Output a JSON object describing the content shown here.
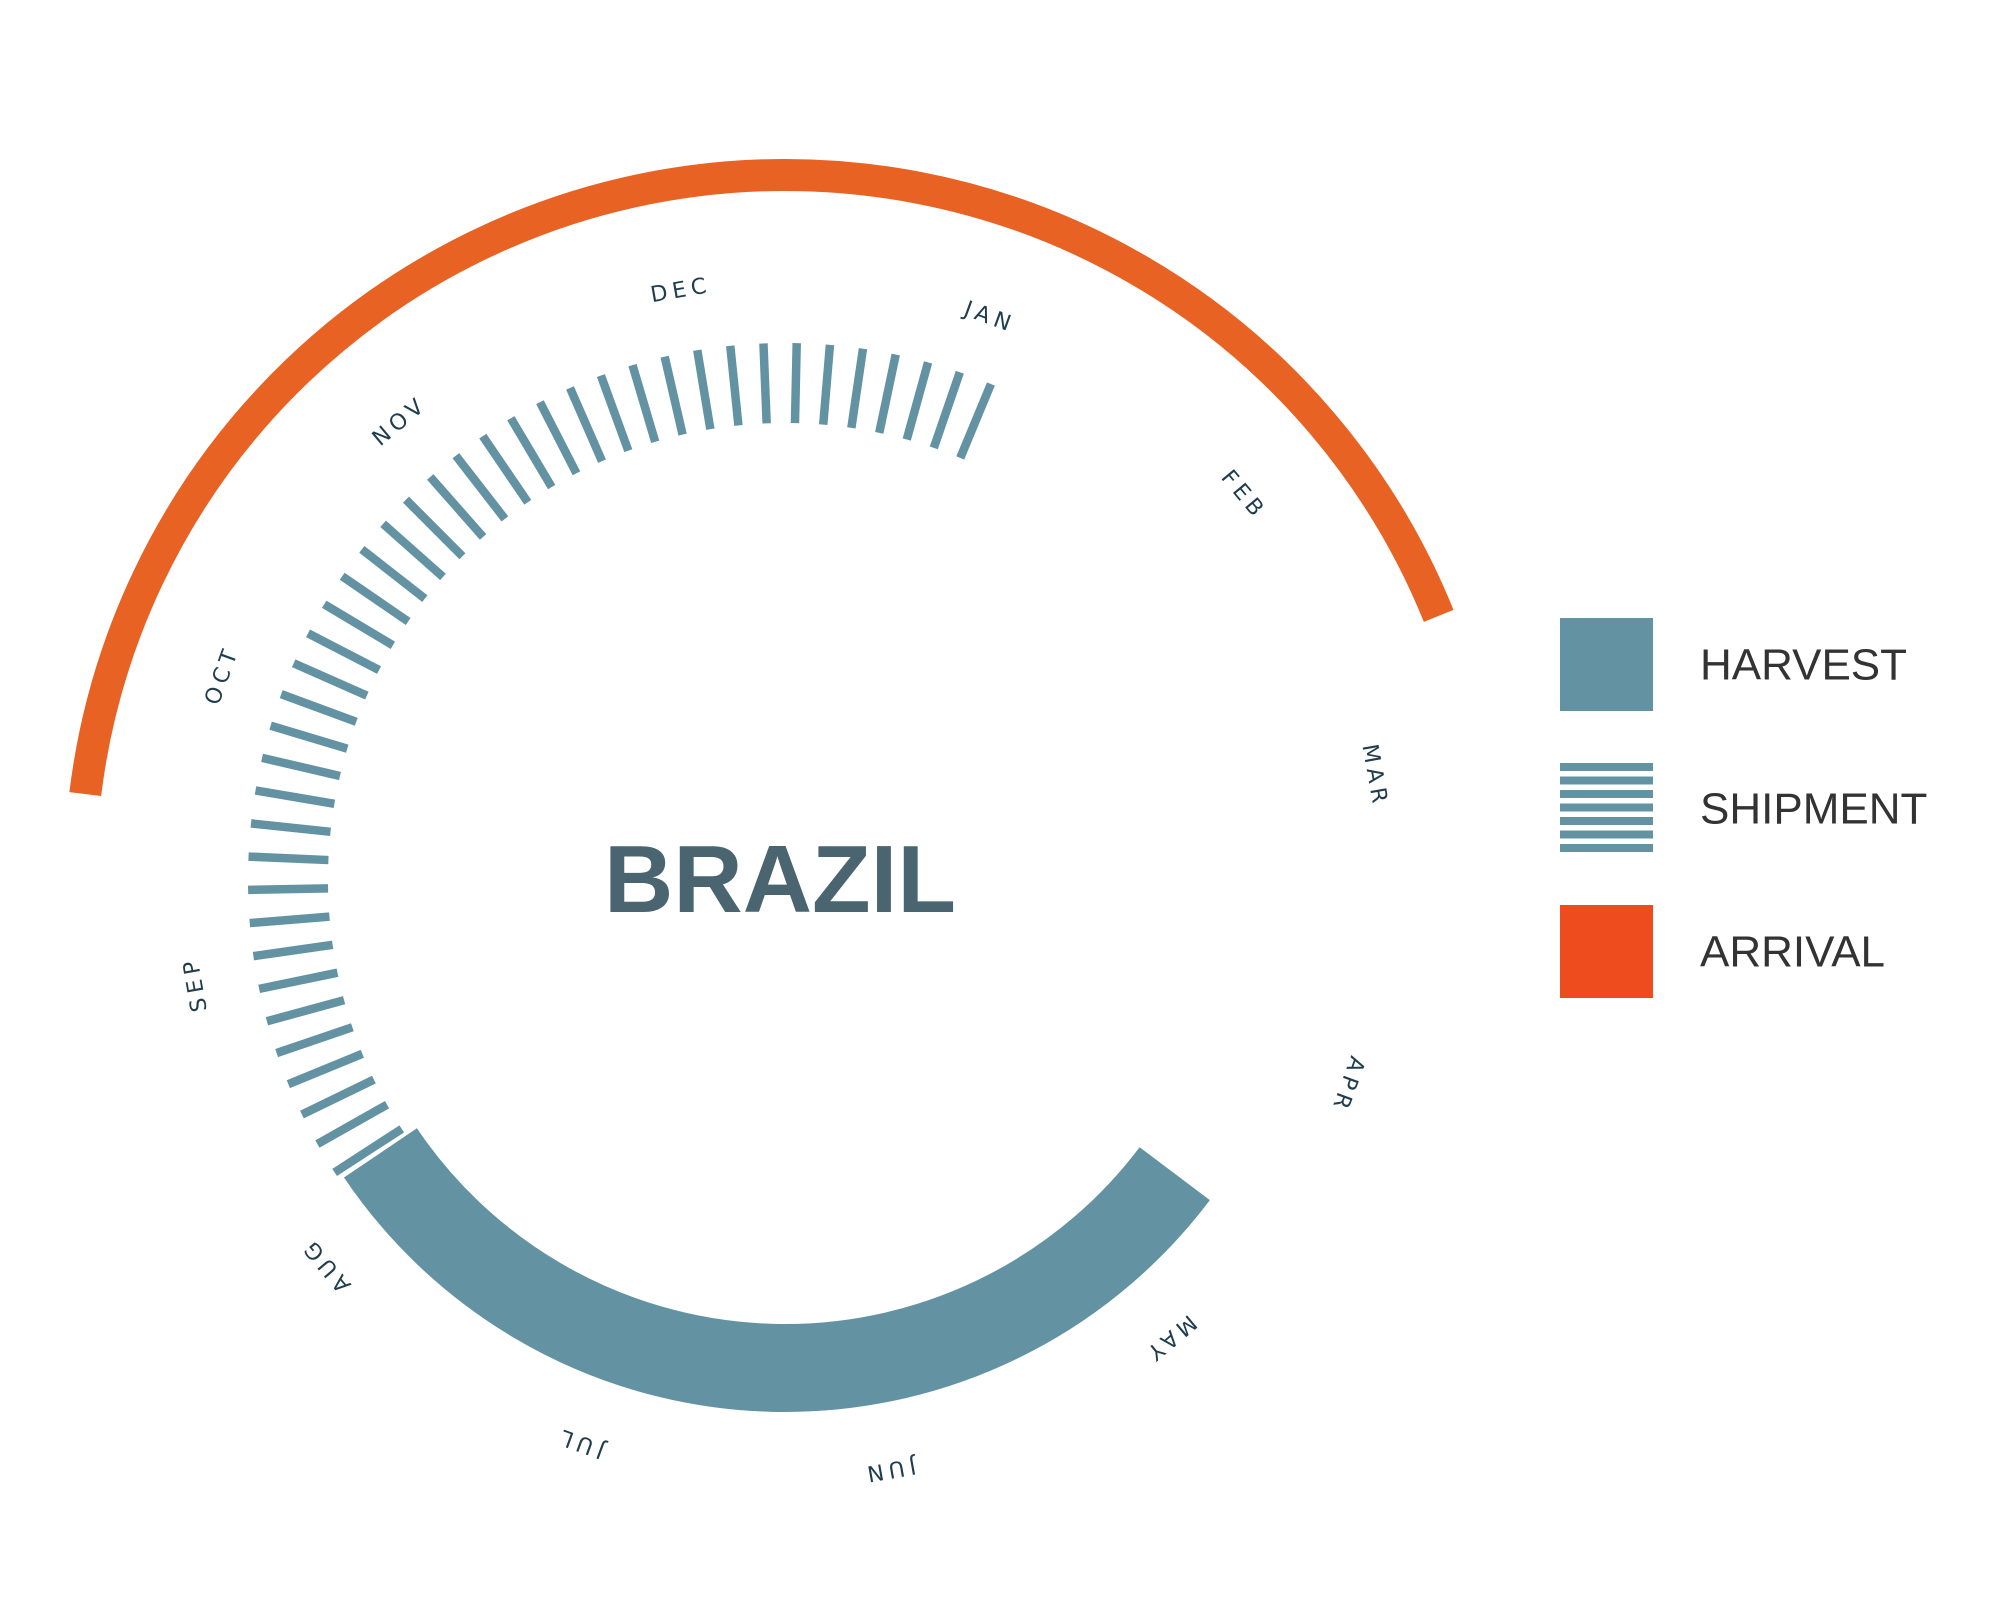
{
  "chart_data": {
    "type": "radial-calendar",
    "title": "BRAZIL",
    "months": [
      "JAN",
      "FEB",
      "MAR",
      "APR",
      "MAY",
      "JUN",
      "JUL",
      "AUG",
      "SEP",
      "OCT",
      "NOV",
      "DEC"
    ],
    "series": [
      {
        "name": "HARVEST",
        "start": "MAY",
        "end": "AUG",
        "style": "solid",
        "color": "#6393a3"
      },
      {
        "name": "SHIPMENT",
        "start": "AUG",
        "end": "JAN",
        "style": "striped",
        "color": "#6393a3"
      },
      {
        "name": "ARRIVAL",
        "start": "OCT",
        "end": "FEB",
        "style": "solid",
        "color": "#e86224"
      }
    ],
    "legend": [
      {
        "label": "HARVEST",
        "style": "solid",
        "color": "#6393a3"
      },
      {
        "label": "SHIPMENT",
        "style": "striped",
        "color": "#6393a3"
      },
      {
        "label": "ARRIVAL",
        "style": "solid",
        "color": "#ee4c1f"
      }
    ],
    "legend_position": "right"
  }
}
